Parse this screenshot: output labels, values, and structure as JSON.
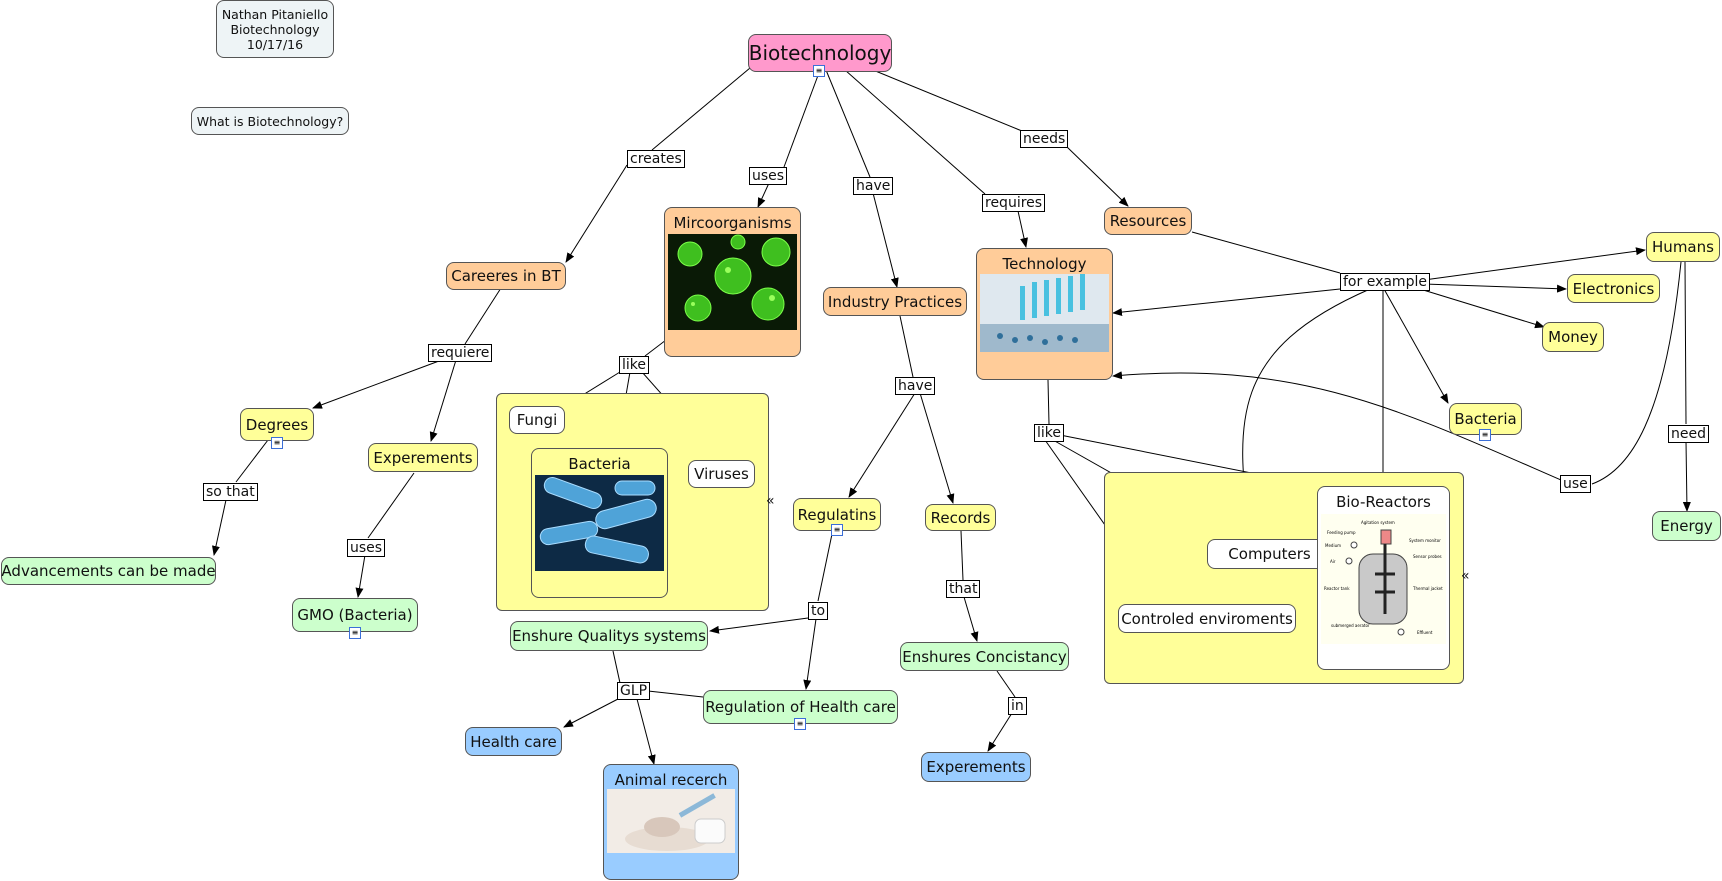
{
  "nodes": {
    "author_name": "Nathan Pitaniello",
    "author_subject": "Biotechnology",
    "author_date": "10/17/16",
    "question": "What is Biotechnology?",
    "biotech": "Biotechnology",
    "careers": "Careeres in BT",
    "microorganisms": "Mircoorganisms",
    "industry": "Industry Practices",
    "technology": "Technology",
    "resources": "Resources",
    "degrees": "Degrees",
    "experiments": "Experements",
    "advancements": "Advancements can be made",
    "gmo": "GMO (Bacteria)",
    "fungi": "Fungi",
    "bacteria_group": "Bacteria",
    "viruses": "Viruses",
    "regulations": "Regulatins",
    "records": "Records",
    "quality": "Enshure Qualitys systems",
    "health_reg": "Regulation of Health care",
    "consistency": "Enshures Concistancy",
    "health_care": "Health care",
    "animal": "Animal recerch",
    "experiments2": "Experements",
    "humans": "Humans",
    "electronics": "Electronics",
    "money": "Money",
    "bacteria_res": "Bacteria",
    "energy": "Energy",
    "computers": "Computers",
    "controlled": "Controled enviroments",
    "bioreactors": "Bio-Reactors"
  },
  "links": {
    "creates": "creates",
    "uses": "uses",
    "have": "have",
    "requires": "requires",
    "needs": "needs",
    "requiere": "requiere",
    "like_micro": "like",
    "have2": "have",
    "so_that": "so that",
    "uses2": "uses",
    "to": "to",
    "that": "that",
    "glp": "GLP",
    "in": "in",
    "for_example": "for example",
    "like_tech": "like",
    "need": "need",
    "use": "use"
  },
  "bioreactor_diagram": {
    "agitation": "Agitation system",
    "feeding": "Feeding pump",
    "medium": "Medium",
    "air": "Air",
    "reactor_tank": "Reactor tank",
    "sparger": "submerged aerator",
    "system_monitor": "System monitor",
    "sensor": "Sensor probes",
    "jacket": "Thermal jacket",
    "effluent": "Effluent"
  },
  "icons": {
    "note": "note-icon",
    "collapse": "collapse-icon"
  },
  "colors": {
    "root": "#ff99cc",
    "main": "#ffcc99",
    "concept": "#ffff99",
    "outcome": "#ccffcc",
    "leaf": "#99ccff",
    "info": "#eef4f6"
  }
}
